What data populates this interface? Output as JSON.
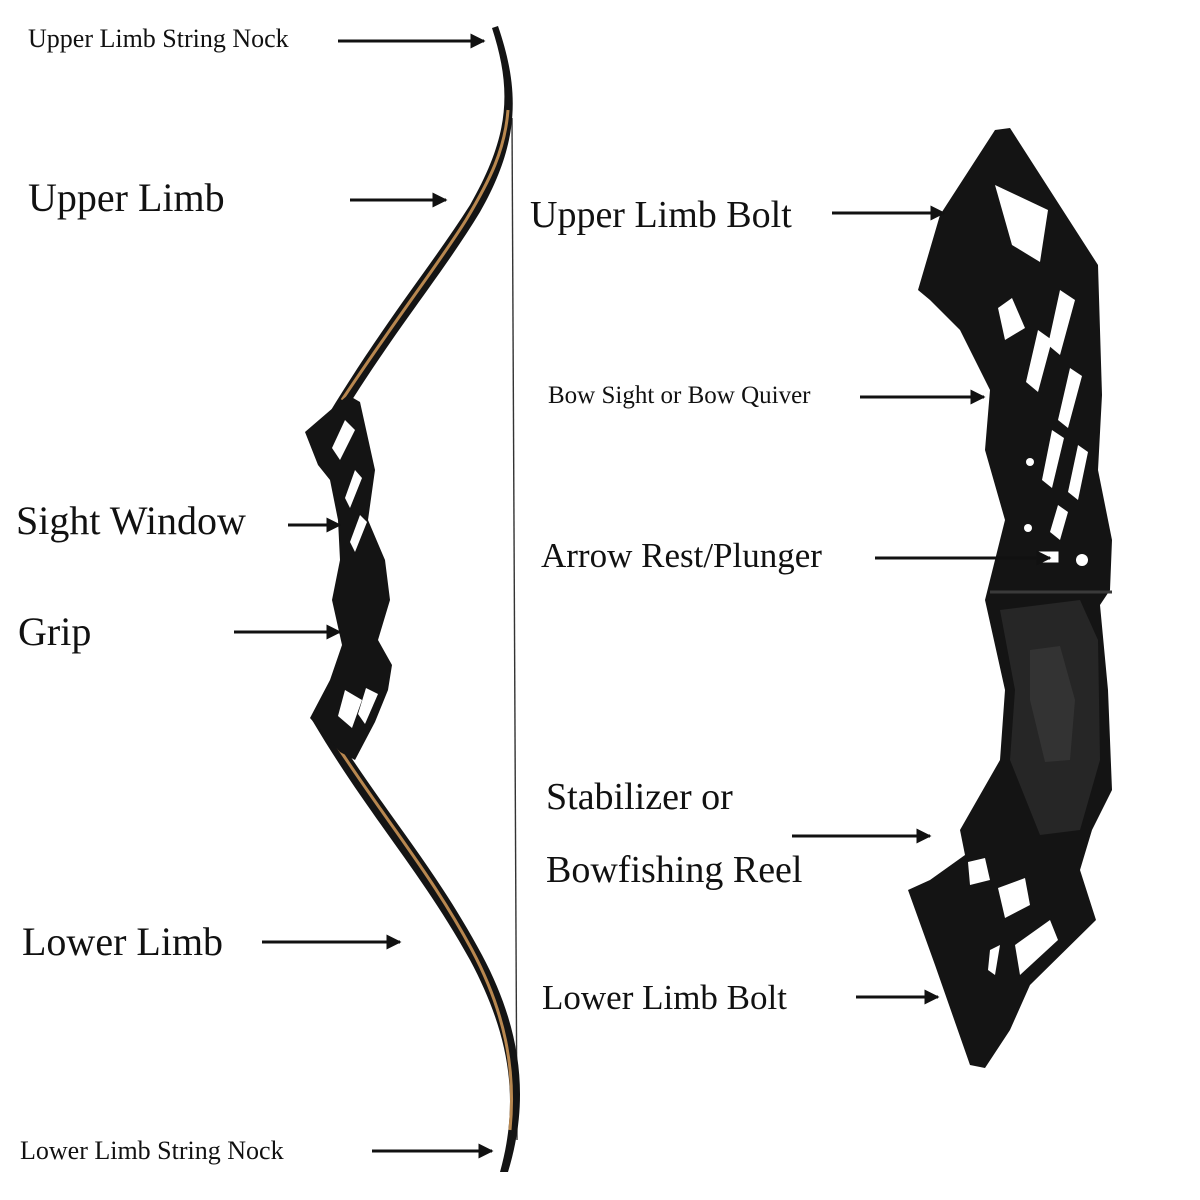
{
  "labels": {
    "upper_limb_string_nock": "Upper Limb String Nock",
    "upper_limb": "Upper Limb",
    "sight_window": "Sight Window",
    "grip": "Grip",
    "lower_limb": "Lower Limb",
    "lower_limb_string_nock": "Lower Limb String Nock",
    "upper_limb_bolt": "Upper Limb Bolt",
    "bow_sight_or_quiver": "Bow Sight or Bow Quiver",
    "arrow_rest_plunger": "Arrow Rest/Plunger",
    "stabilizer_line1": "Stabilizer or",
    "stabilizer_line2": "Bowfishing Reel",
    "lower_limb_bolt": "Lower Limb Bolt"
  },
  "colors": {
    "bow_black": "#141414",
    "limb_wood": "#b8874f",
    "string": "#333333",
    "riser_hole": "#ffffff",
    "riser_highlight": "#2e2e2e"
  }
}
